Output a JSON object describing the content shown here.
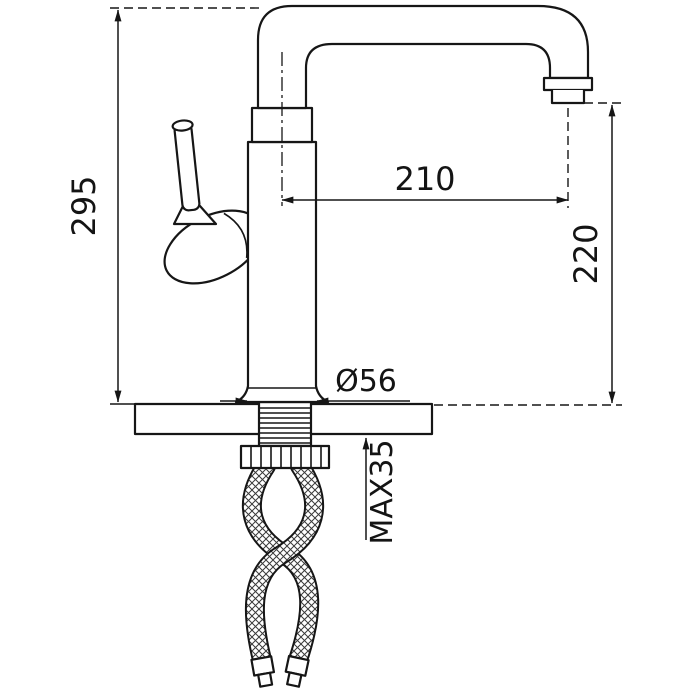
{
  "drawing": {
    "labels": {
      "overall_height_mm": "295",
      "spout_reach_mm": "210",
      "outlet_height_mm": "220",
      "base_diameter": "Ø56",
      "max_deck_thickness": "MAX35"
    }
  }
}
